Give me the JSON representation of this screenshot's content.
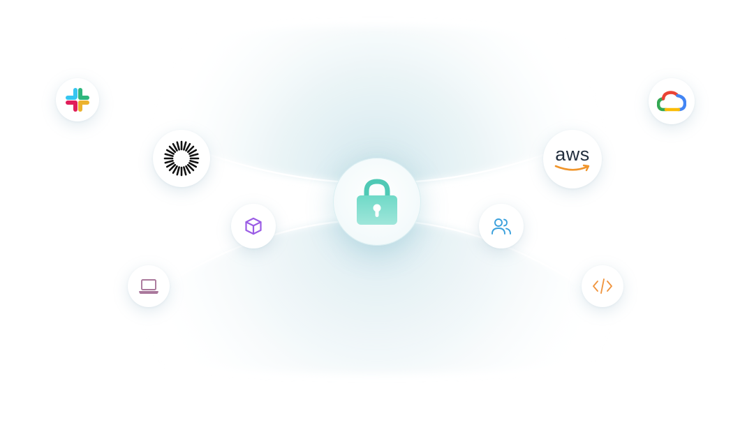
{
  "diagram": {
    "center": {
      "icon": "lock-icon",
      "color": "#5fd1bf"
    },
    "nodes": [
      {
        "id": "slack",
        "icon": "slack-icon"
      },
      {
        "id": "sunburst",
        "icon": "sunburst-icon"
      },
      {
        "id": "cube",
        "icon": "cube-icon",
        "color": "#9b5de5"
      },
      {
        "id": "laptop",
        "icon": "laptop-icon",
        "color": "#a9779b"
      },
      {
        "id": "google-cloud",
        "icon": "google-cloud-icon"
      },
      {
        "id": "aws",
        "icon": "aws-logo",
        "label": "aws"
      },
      {
        "id": "users",
        "icon": "users-icon",
        "color": "#3aa0dc"
      },
      {
        "id": "code",
        "icon": "code-icon",
        "color": "#f0953f"
      }
    ]
  }
}
